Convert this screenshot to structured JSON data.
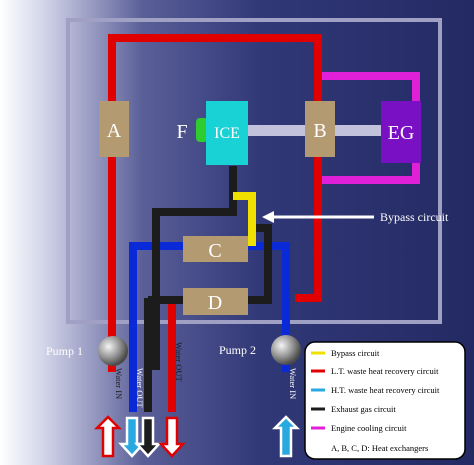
{
  "colors": {
    "lt_circuit": "#e00000",
    "ht_circuit": "#0a2ad8",
    "exhaust": "#1c1c1c",
    "bypass": "#f0e000",
    "engine_cooling": "#e020d8",
    "heat_exchanger": "#b49a70",
    "ice_block": "#18d2d6",
    "eg_block": "#7a10c4",
    "f_block": "#2fcc2f",
    "shaft": "#c2c2dc"
  },
  "components": {
    "A": "A",
    "B": "B",
    "C": "C",
    "D": "D",
    "F": "F",
    "ice": "ICE",
    "eg": "EG"
  },
  "pumps": {
    "pump1": "Pump 1",
    "pump2": "Pump 2"
  },
  "callout": "Bypass circuit",
  "ports": {
    "water_in_left": "Water IN",
    "water_out": "Water OUT",
    "water_out_right": "Water OUT",
    "water_in_right": "Water IN"
  },
  "legend": [
    {
      "label": "Bypass circuit",
      "color": "#f0e000"
    },
    {
      "label": "L.T. waste heat recovery circuit",
      "color": "#e00000"
    },
    {
      "label": "H.T. waste heat recovery circuit",
      "color": "#2aa8e0"
    },
    {
      "label": "Exhaust gas circuit",
      "color": "#1c1c1c"
    },
    {
      "label": "Engine cooling circuit",
      "color": "#e020d8"
    },
    {
      "label": "A, B, C, D: Heat exchangers",
      "color": ""
    }
  ]
}
